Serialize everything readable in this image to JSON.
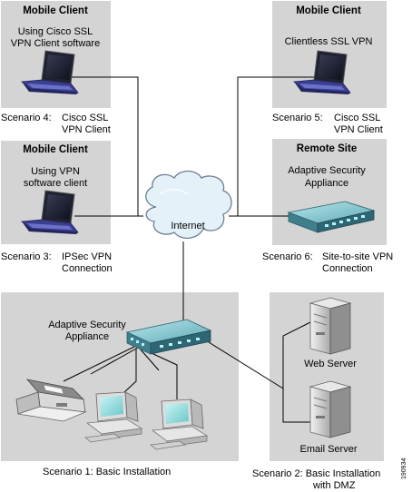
{
  "figure_id": "190934",
  "panels": {
    "mobile_ssl": {
      "title": "Mobile Client",
      "lines": [
        "Using Cisco SSL",
        "VPN Client software"
      ]
    },
    "mobile_clientless": {
      "title": "Mobile Client",
      "lines": [
        "Clientless SSL VPN"
      ]
    },
    "mobile_ipsec": {
      "title": "Mobile Client",
      "lines": [
        "Using VPN",
        "software client"
      ]
    },
    "remote_site": {
      "title": "Remote Site",
      "lines": [
        "Adaptive Security",
        "Appliance"
      ]
    },
    "basic_asa": {
      "lines": [
        "Adaptive Security",
        "Appliance"
      ]
    },
    "dmz": {
      "web_server": "Web Server",
      "email_server": "Email Server"
    }
  },
  "cloud_label": "Internet",
  "scenarios": {
    "s4": {
      "prefix": "Scenario 4:",
      "lines": [
        "Cisco SSL",
        "VPN Client"
      ]
    },
    "s5": {
      "prefix": "Scenario 5:",
      "lines": [
        "Cisco SSL",
        "VPN Client"
      ]
    },
    "s3": {
      "prefix": "Scenario 3:",
      "lines": [
        "IPSec VPN",
        "Connection"
      ]
    },
    "s6": {
      "prefix": "Scenario 6:",
      "lines": [
        "Site-to-site VPN",
        "Connection"
      ]
    },
    "s1": {
      "text": "Scenario 1:  Basic Installation"
    },
    "s2": {
      "lines": [
        "Scenario 2:  Basic Installation",
        "with DMZ"
      ]
    }
  }
}
